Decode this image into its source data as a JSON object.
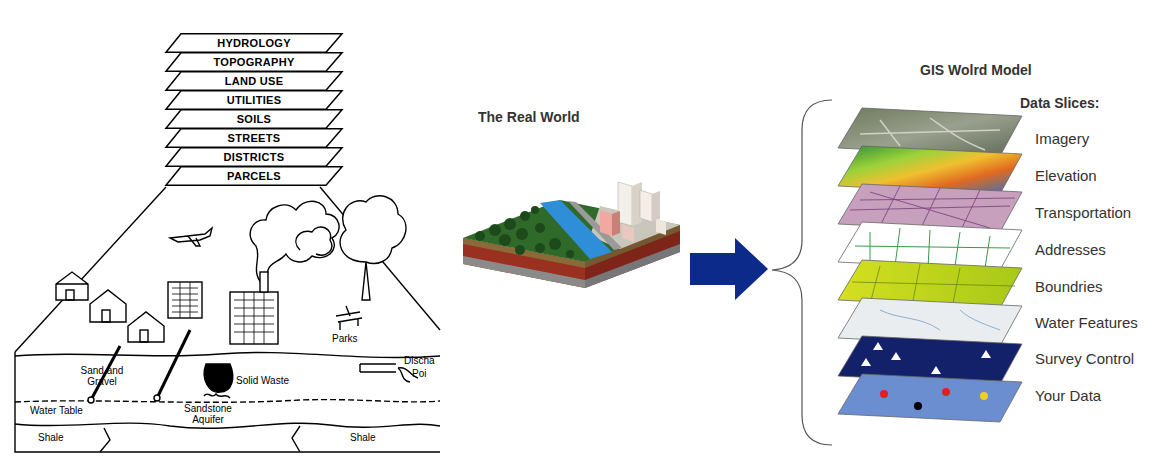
{
  "diagram": {
    "nodes": [
      {
        "text": [
          "HYDROLOGY"
        ]
      },
      {
        "text": [
          "TOPOGRAPHY"
        ]
      },
      {
        "text": [
          "LAND USE"
        ]
      },
      {
        "text": [
          "UTILITIES"
        ]
      },
      {
        "text": [
          "SOILS"
        ]
      },
      {
        "text": [
          "STREETS"
        ]
      },
      {
        "text": [
          "DISTRICTS"
        ]
      },
      {
        "text": [
          "PARCELS"
        ]
      }
    ],
    "labels": [
      "Sand and Gravel",
      "Solid Waste",
      "Parks",
      "Discha",
      "Poi",
      "Water Table",
      "Sandstone Aquifer",
      "Shale",
      "Shale",
      "The Real World",
      "GIS Wolrd Model",
      "Data Slices:",
      "Imagery",
      "Elevation",
      "Transportation",
      "Addresses",
      "Boundries",
      "Water Features",
      "Survey Control",
      "Your Data"
    ]
  }
}
